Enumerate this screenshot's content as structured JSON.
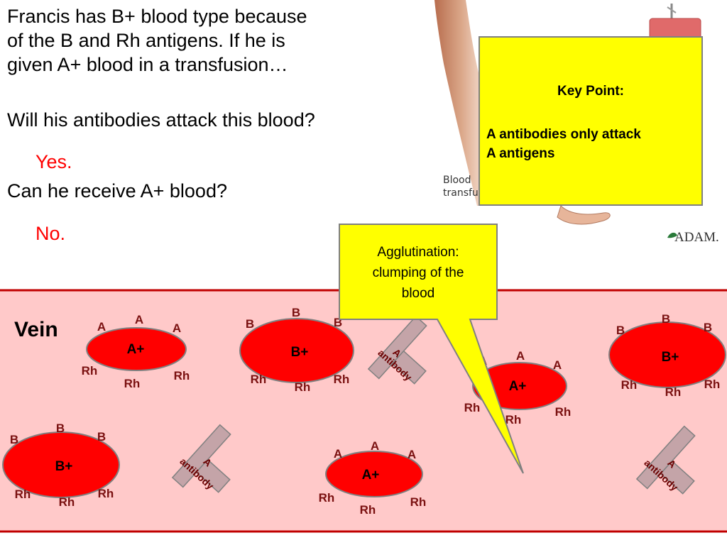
{
  "question": {
    "line1": "Francis has B+ blood type because",
    "line2": "of the B and Rh antigens. If he is",
    "line3": "given A+ blood in a transfusion…",
    "q1": "Will his antibodies attack this blood?",
    "a1": "Yes.",
    "q2": "Can he receive A+ blood?",
    "a2": "No."
  },
  "photo": {
    "caption_line1": "Blood",
    "caption_line2": "transfu",
    "logo": "ADAM."
  },
  "key_point": {
    "title": "Key Point:",
    "line1": "A antibodies only attack",
    "line2": "A antigens"
  },
  "callout": {
    "line1": "Agglutination:",
    "line2": "clumping of the",
    "line3": "blood"
  },
  "vein": {
    "label": "Vein"
  },
  "cells": {
    "b_label": "B+",
    "a_label": "A+",
    "antigen_a": "A",
    "antigen_b": "B",
    "antigen_rh": "Rh"
  },
  "antibody": {
    "line1": "A",
    "line2": "antibody"
  },
  "colors": {
    "vein_bg": "#ffc9c9",
    "vein_border": "#c00000",
    "cell_fill": "#ff0000",
    "antigen_text": "#7a1010",
    "antibody_fill": "#c4a4a8",
    "antibody_text": "#6b0000",
    "callout_fill": "#ffff00",
    "answer_red": "#ff0000"
  }
}
